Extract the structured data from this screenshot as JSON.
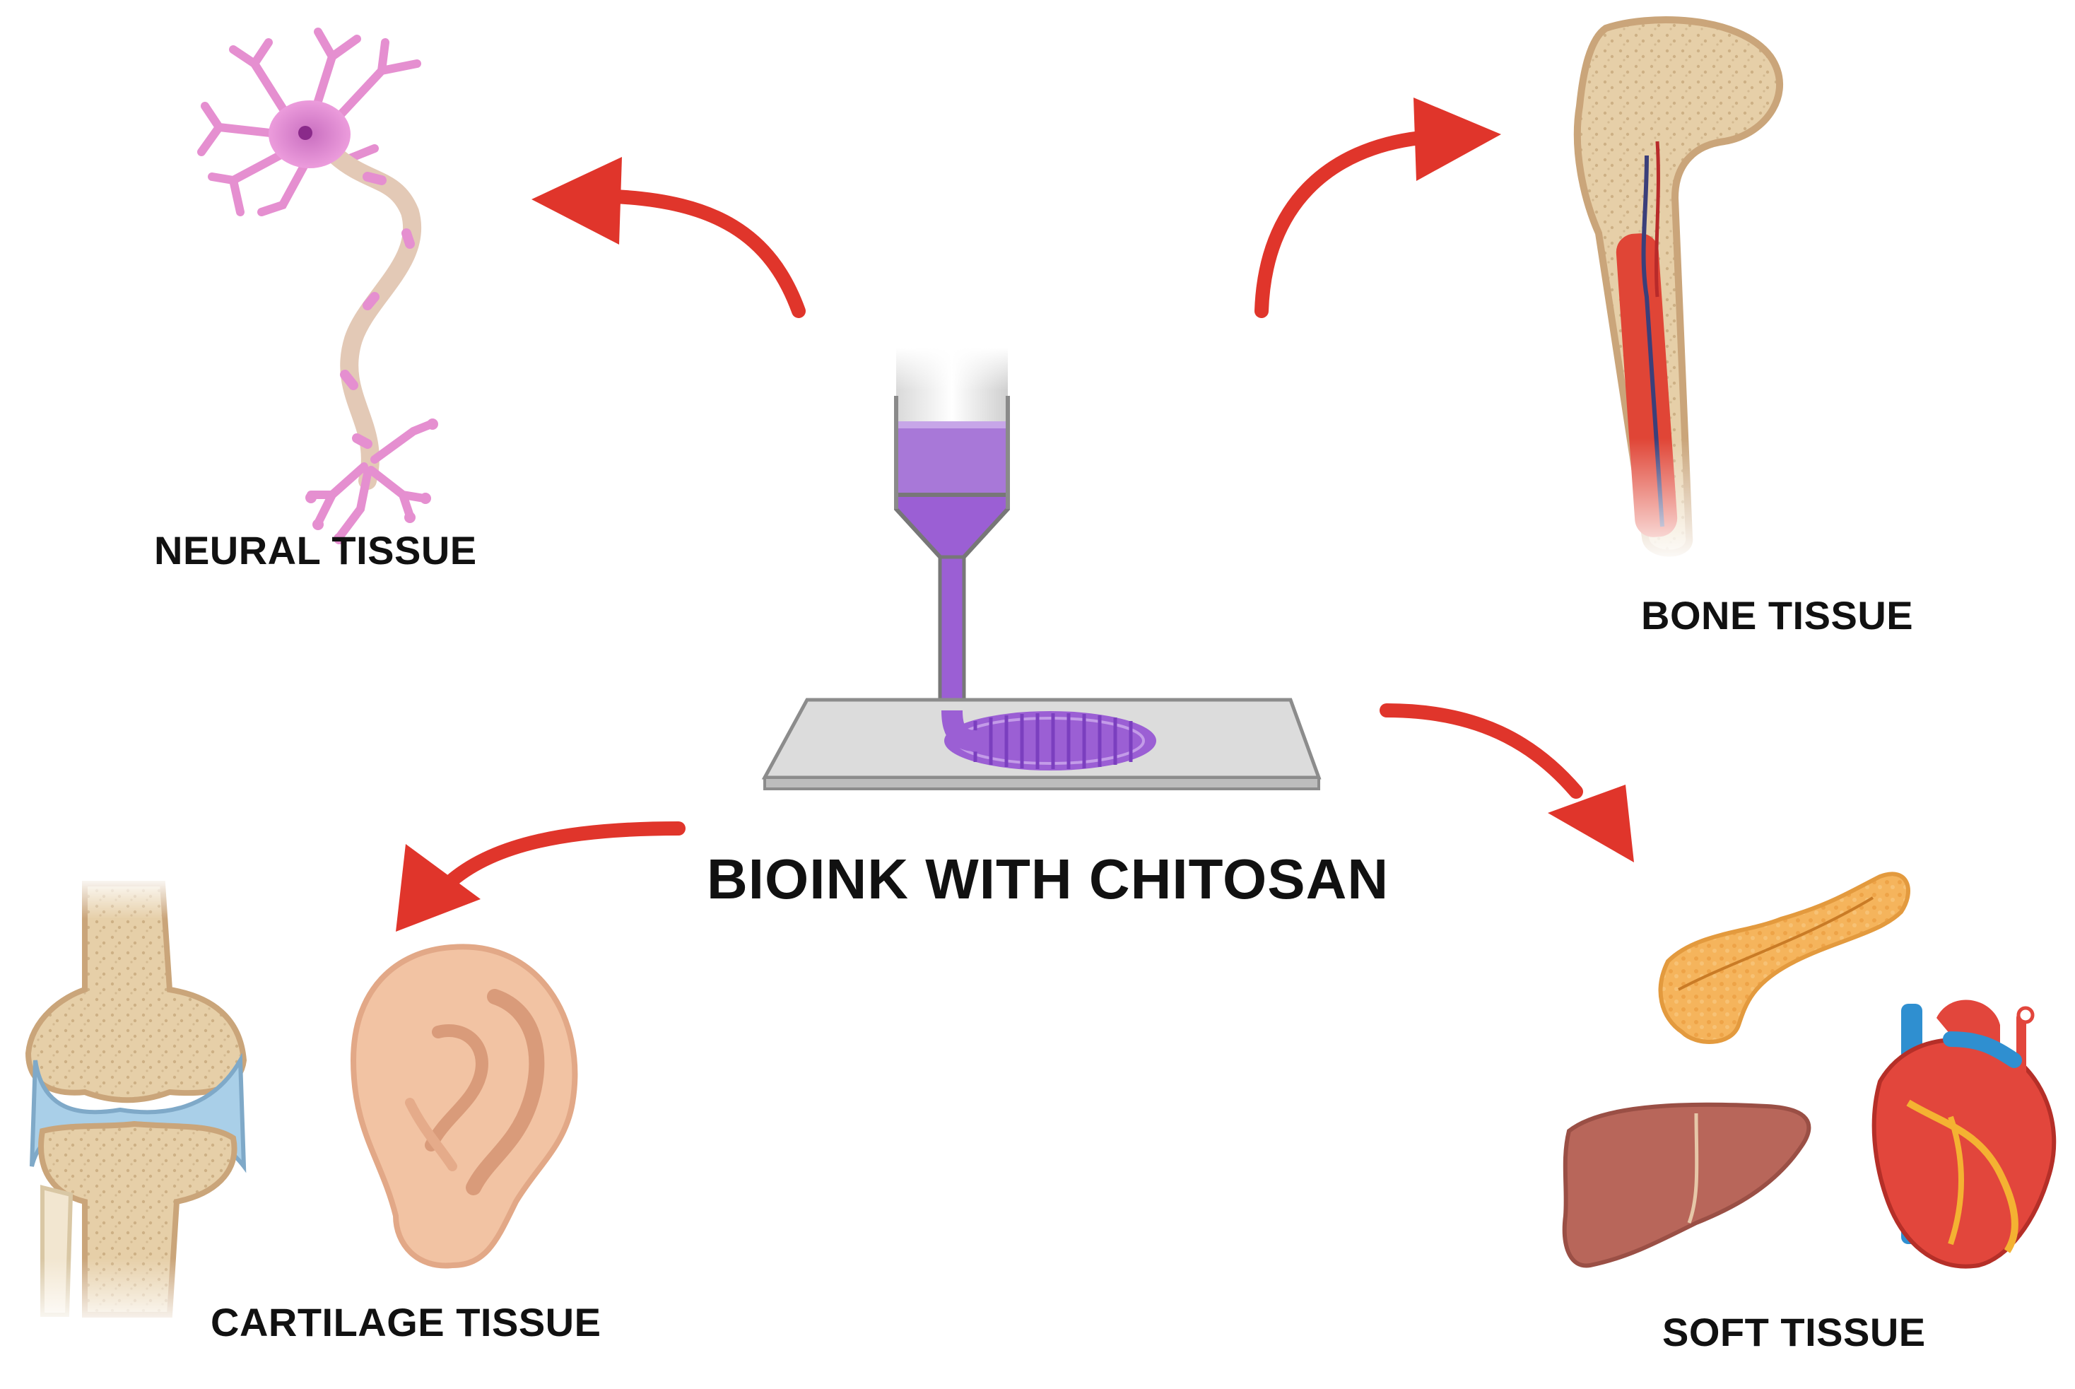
{
  "center": {
    "title": "BIOINK WITH CHITOSAN"
  },
  "targets": {
    "neural": "NEURAL TISSUE",
    "bone": "BONE TISSUE",
    "cartilage": "CARTILAGE TISSUE",
    "soft": "SOFT TISSUE"
  },
  "icons": {
    "printer": "bioprinter-syringe-icon",
    "neuron": "neuron-icon",
    "bone": "femur-bone-icon",
    "knee": "knee-joint-icon",
    "ear": "ear-icon",
    "pancreas": "pancreas-icon",
    "liver": "liver-icon",
    "heart": "heart-icon"
  },
  "colors": {
    "arrow": "#e0352b",
    "bioink": "#9b5fd4",
    "bone": "#e8d3b0",
    "cartilage": "#a9cfe8",
    "ear": "#f2c3a3",
    "pancreas": "#f4b25a",
    "liver": "#b8665a",
    "heart_red": "#e2463c",
    "heart_blue": "#2f8fd0",
    "neuron": "#e58fd0"
  }
}
